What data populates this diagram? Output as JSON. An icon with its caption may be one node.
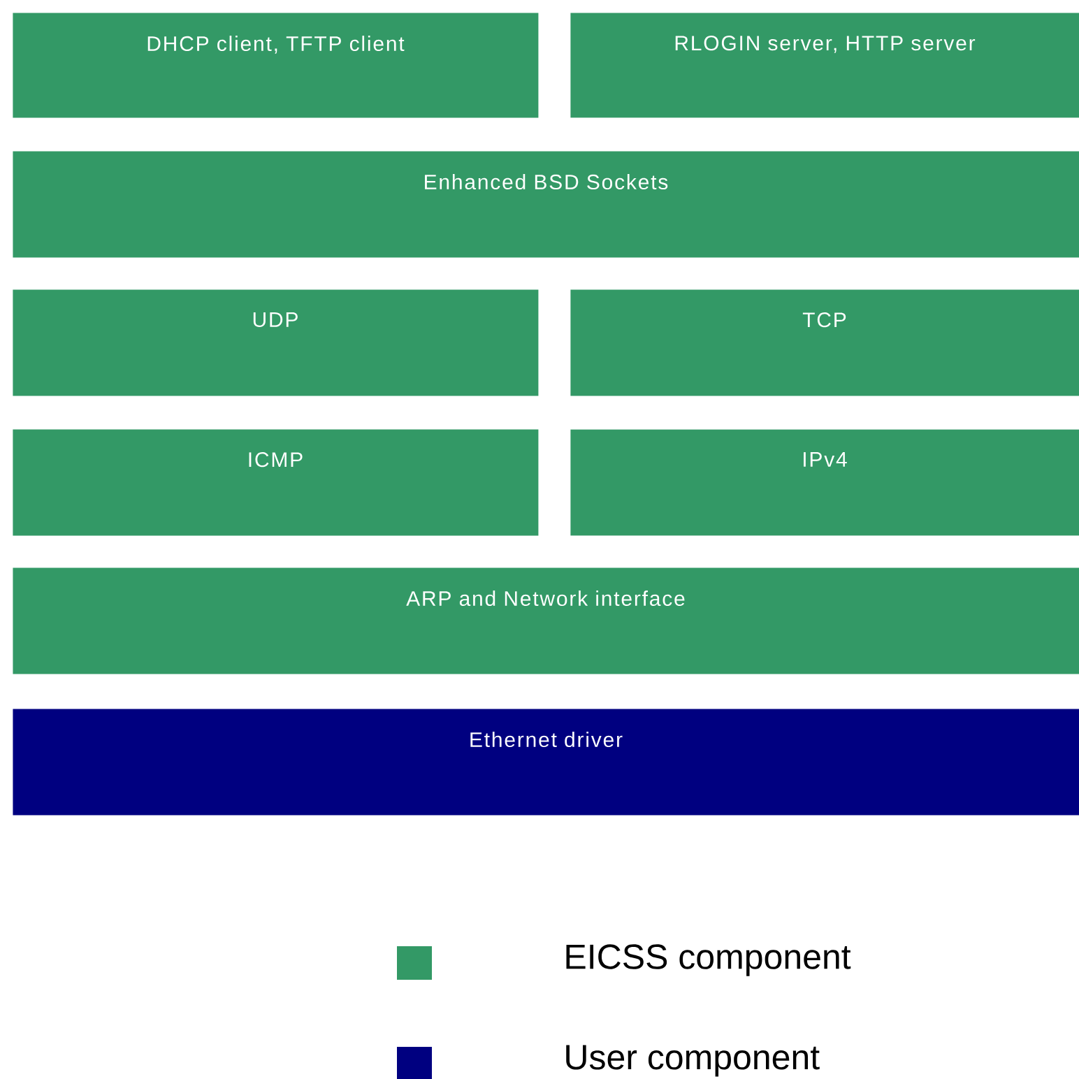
{
  "diagram": {
    "nodes": [
      {
        "text": [
          "DHCP client, TFTP client"
        ]
      },
      {
        "text": [
          "RLOGIN server, HTTP server"
        ]
      },
      {
        "text": [
          "Enhanced BSD Sockets"
        ]
      },
      {
        "text": [
          "UDP"
        ]
      },
      {
        "text": [
          "TCP"
        ]
      },
      {
        "text": [
          "ICMP"
        ]
      },
      {
        "text": [
          "IPv4"
        ]
      },
      {
        "text": [
          "ARP and Network interface"
        ]
      },
      {
        "text": [
          "Ethernet driver"
        ]
      }
    ],
    "legend": [
      {
        "text": "EICSS component",
        "color": "#339966"
      },
      {
        "text": "User component",
        "color": "#000080"
      }
    ]
  }
}
